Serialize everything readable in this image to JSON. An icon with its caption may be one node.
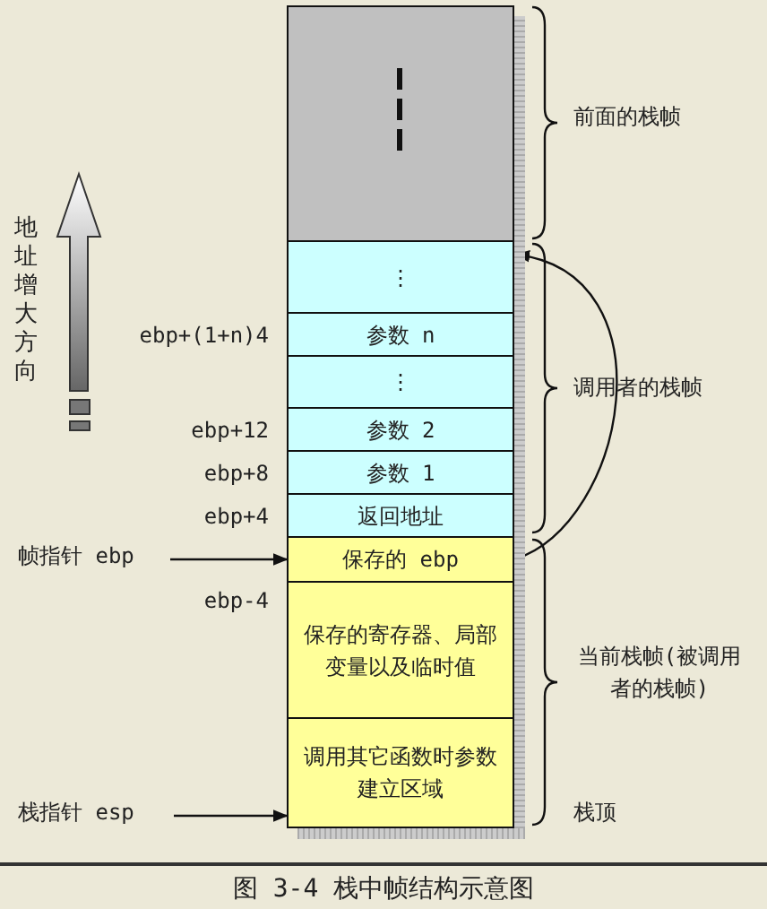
{
  "diagram": {
    "caption": "图 3-4 栈中帧结构示意图",
    "nodes": [
      {
        "text": [],
        "shape": "box"
      },
      {
        "text": [
          "⋮"
        ]
      },
      {
        "text": [
          "参数 n"
        ]
      },
      {
        "text": [
          "⋮"
        ]
      },
      {
        "text": [
          "参数 2"
        ]
      },
      {
        "text": [
          "参数 1"
        ]
      },
      {
        "text": [
          "返回地址"
        ]
      },
      {
        "text": [
          "保存的 ebp"
        ]
      },
      {
        "text": [
          "保存的寄存器、局部变量以及临时值"
        ]
      },
      {
        "text": [
          "调用其它函数时参数建立区域"
        ]
      },
      {
        "text": [
          "帧指针 ebp"
        ]
      },
      {
        "text": [
          "栈指针 esp"
        ]
      }
    ],
    "edges": [
      {
        "from": 10,
        "to": 7,
        "arrow": "to"
      },
      {
        "from": 11,
        "to": 9,
        "arrow": "to"
      },
      {
        "from": 7,
        "to": 1,
        "arrow": "to"
      }
    ],
    "labels": [
      "前面的栈帧",
      "地址增大方向",
      "ebp+(1+n)4",
      "调用者的栈帧",
      "ebp+12",
      "ebp+8",
      "ebp+4",
      "ebp-4",
      "当前栈帧(被调用者的栈帧)",
      "栈顶"
    ]
  }
}
